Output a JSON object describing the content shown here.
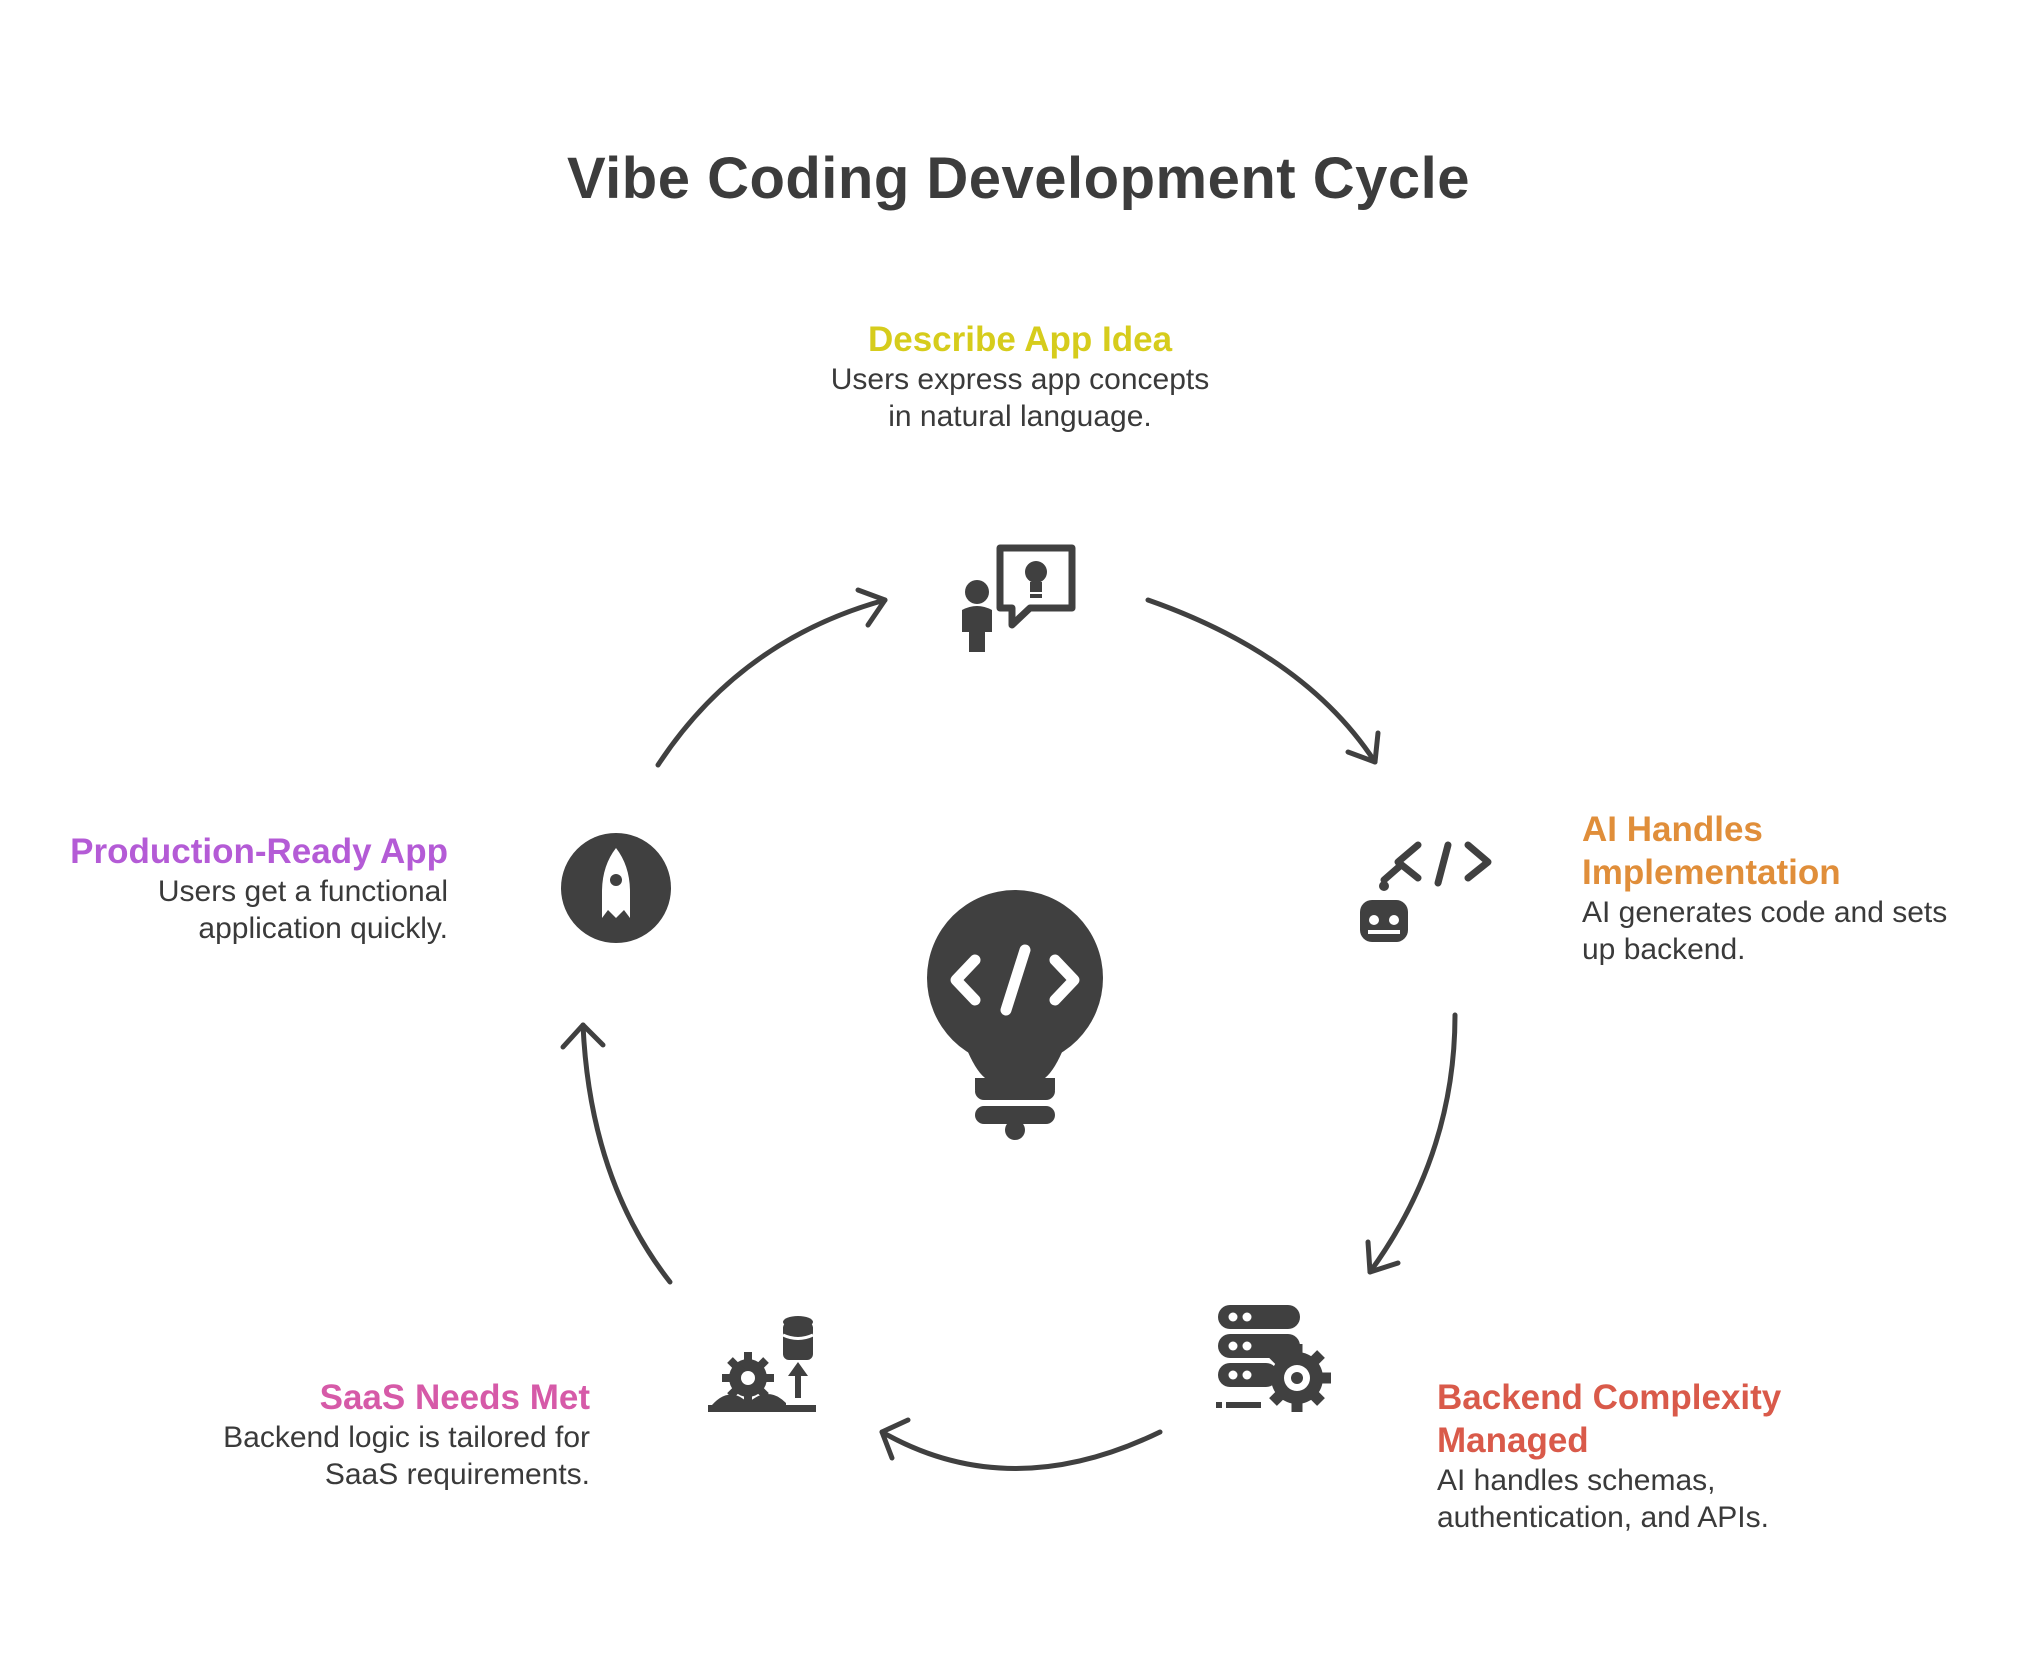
{
  "title": "Vibe Coding Development Cycle",
  "colors": {
    "icon": "#404040",
    "describe": "#d6cc1c",
    "ai": "#e08e3a",
    "backend": "#d95a4a",
    "saas": "#d65aa8",
    "production": "#b45bd6"
  },
  "center_icon": "lightbulb-code-icon",
  "steps": [
    {
      "title": "Describe App Idea",
      "desc_line1": "Users express app concepts",
      "desc_line2": "in natural language.",
      "icon": "person-idea-icon"
    },
    {
      "title_line1": "AI Handles",
      "title_line2": "Implementation",
      "desc_line1": "AI generates code and sets",
      "desc_line2": "up backend.",
      "icon": "robot-code-icon"
    },
    {
      "title_line1": "Backend Complexity",
      "title_line2": "Managed",
      "desc_line1": "AI handles schemas,",
      "desc_line2": "authentication, and APIs.",
      "icon": "server-gear-icon"
    },
    {
      "title": "SaaS Needs Met",
      "desc_line1": "Backend logic is tailored for",
      "desc_line2": "SaaS requirements.",
      "icon": "gear-database-icon"
    },
    {
      "title": "Production-Ready App",
      "desc_line1": "Users get a functional",
      "desc_line2": "application quickly.",
      "icon": "rocket-icon"
    }
  ]
}
